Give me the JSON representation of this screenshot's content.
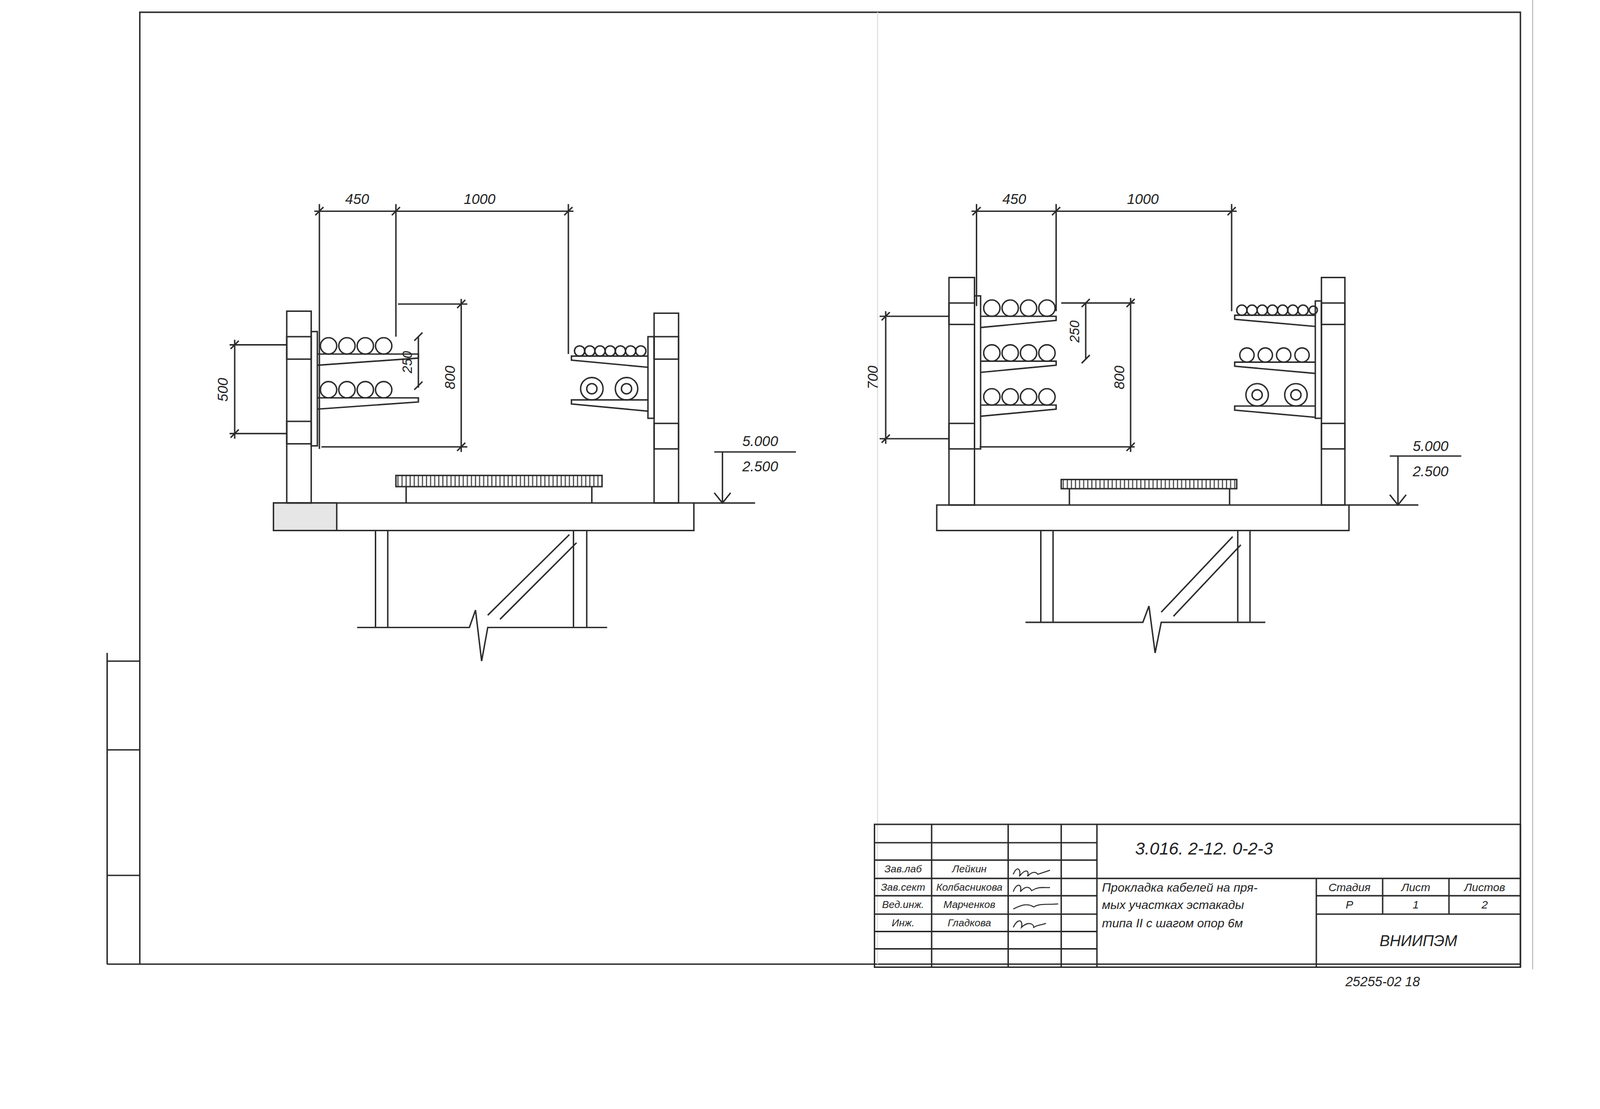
{
  "diagram": {
    "labels": [
      "450",
      "1000",
      "500",
      "250",
      "800",
      "5.000",
      "2.500",
      "450",
      "1000",
      "700",
      "250",
      "800",
      "5.000",
      "2.500",
      "3.016. 2-12. 0-2-3",
      "Зав.лаб",
      "Лейкин",
      "Зав.сект",
      "Колбасникова",
      "Вед.инж.",
      "Марченков",
      "Инж.",
      "Гладкова",
      "Прокладка кабелей на пря-",
      "мых участках эстакады",
      "типа II с шагом опор 6м",
      "Стадия",
      "Лист",
      "Листов",
      "Р",
      "1",
      "2",
      "ВНИИПЭМ",
      "25255-02 18"
    ]
  }
}
